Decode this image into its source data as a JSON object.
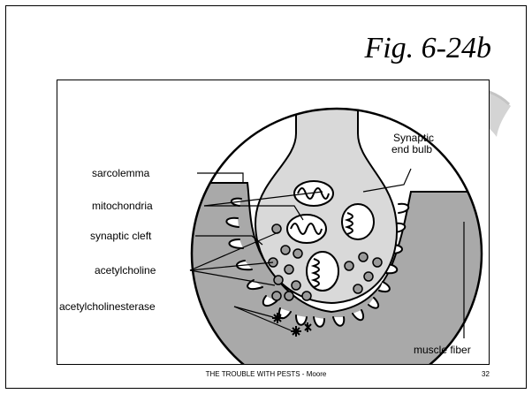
{
  "slide": {
    "title": "Fig. 6-24b",
    "footer": "THE TROUBLE WITH PESTS - Moore",
    "page_number": "32"
  },
  "diagram": {
    "labels": {
      "sarcolemma": "sarcolemma",
      "mitochondria": "mitochondria",
      "synaptic_cleft": "synaptic cleft",
      "acetylcholine": "acetylcholine",
      "acetylcholinesterase": "acetylcholinesterase",
      "end_bulb_line1": "Synaptic",
      "end_bulb_line2": "end bulb",
      "muscle_fiber": "muscle fiber"
    },
    "colors": {
      "fill_gray": "#a9a9a9",
      "outline": "#000000",
      "background": "#ffffff"
    }
  }
}
